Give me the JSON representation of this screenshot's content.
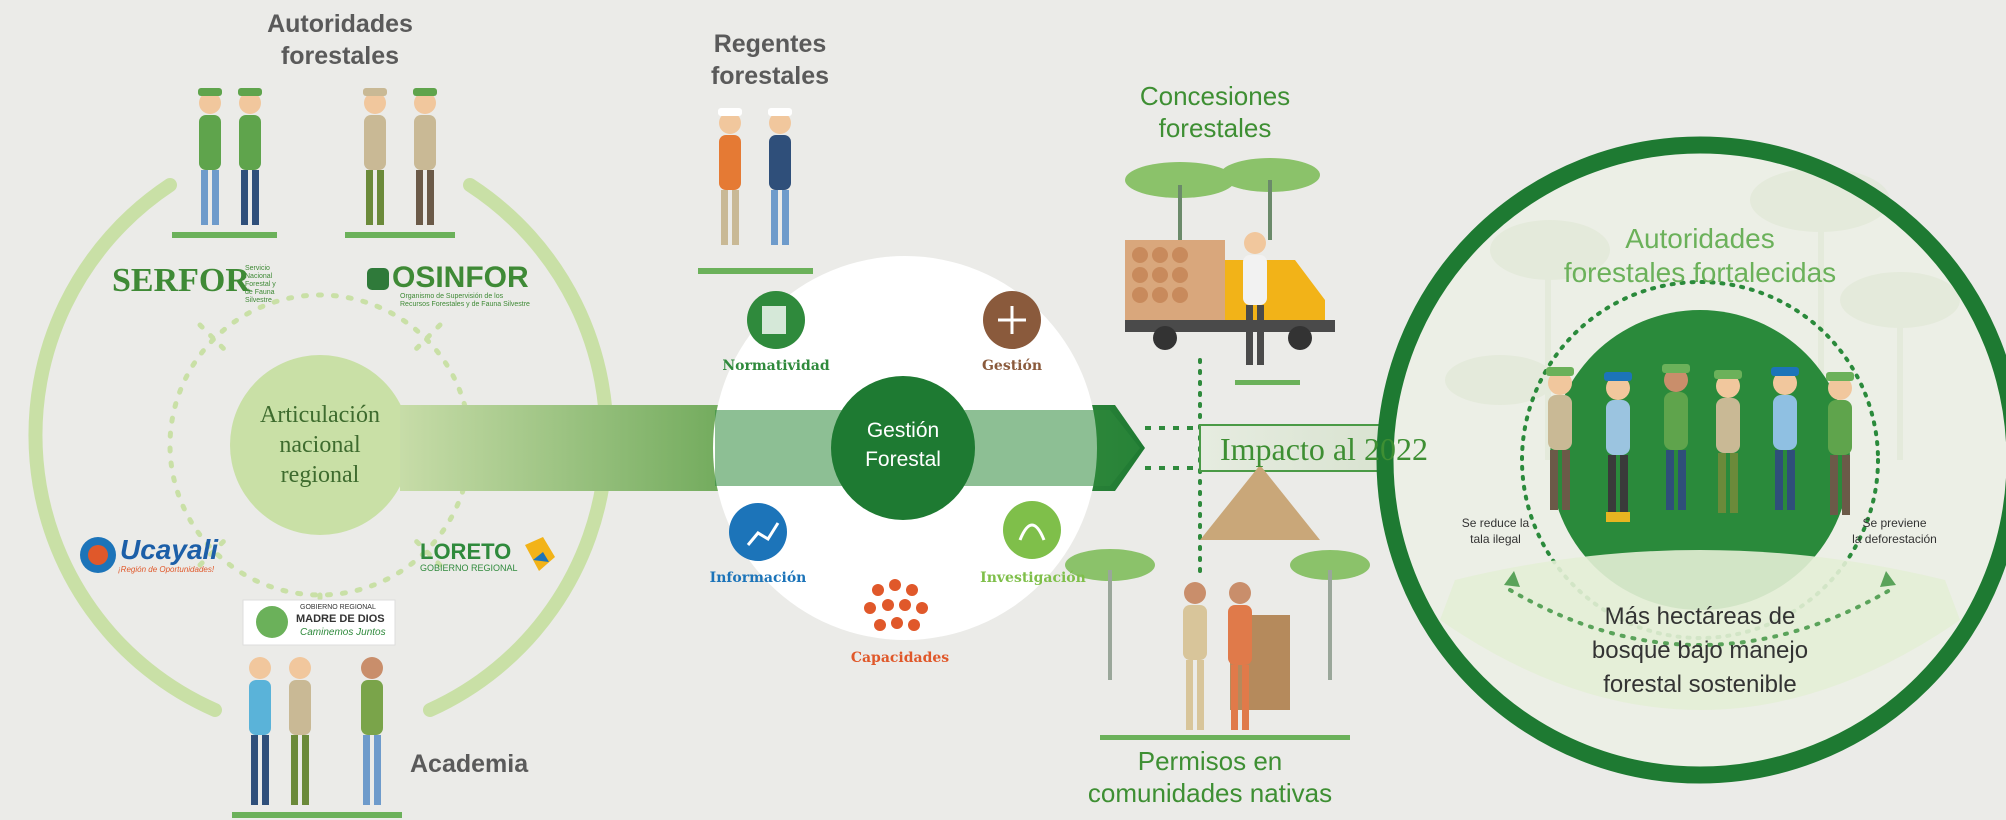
{
  "colors": {
    "background": "#ebebe8",
    "dark_green": "#1e7a32",
    "mid_green": "#3e8f33",
    "light_green": "#c7dca8",
    "ring_light": "#c9e0a6",
    "arrow_fade": "#dfe8d5",
    "orange": "#e0582a",
    "blue": "#1c74b9",
    "text_gray": "#5a5a5a"
  },
  "titles": {
    "autoridades": "Autoridades\nforestales",
    "regentes": "Regentes\nforestales",
    "concesiones": "Concesiones\nforestales",
    "academia": "Academia",
    "permisos": "Permisos en\ncomunidades nativas"
  },
  "center_left": "Articulación\nnacional\nregional",
  "gestion_center": "Gestión\nForestal",
  "gestion_items": {
    "normatividad": "Normatividad",
    "gestion": "Gestión",
    "informacion": "Información",
    "investigacion": "Investigación",
    "capacidades": "Capacidades"
  },
  "impacto": "Impacto al 2022",
  "result": {
    "title": "Autoridades\nforestales fortalecidas",
    "left_note": "Se reduce la\ntala ilegal",
    "right_note": "Se previene\nla deforestación",
    "bottom": "Más hectáreas de\nbosque bajo manejo\nforestal sostenible"
  },
  "logos": {
    "serfor": "SERFOR",
    "serfor_sub": "Servicio\nNacional\nForestal y\nde Fauna\nSilvestre",
    "osinfor": "OSINFOR",
    "osinfor_sub": "Organismo de Supervisión de los\nRecursos Forestales y de Fauna Silvestre",
    "ucayali": "Ucayali",
    "ucayali_sub": "¡Región de Oportunidades!",
    "loreto": "LORETO",
    "loreto_sub": "GOBIERNO REGIONAL",
    "mdd_top": "GOBIERNO REGIONAL",
    "mdd": "MADRE DE DIOS",
    "mdd_sub": "Caminemos Juntos"
  }
}
